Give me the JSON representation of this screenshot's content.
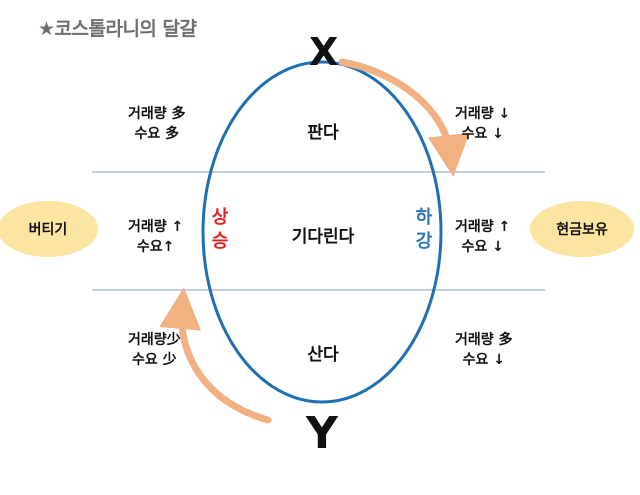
{
  "title": "★코스톨라니의 달걀",
  "top_label": "X",
  "bottom_label": "Y",
  "egg": {
    "top": "판다",
    "middle": "기다린다",
    "bottom": "산다",
    "left_word": [
      "상",
      "승"
    ],
    "right_word": [
      "하",
      "강"
    ]
  },
  "left_pill": "버티기",
  "right_pill": "현금보유",
  "conditions": {
    "top_left": [
      "거래량 多",
      "수요 多"
    ],
    "top_right": [
      "거래량 ↓",
      "수요 ↓"
    ],
    "middle_left": [
      "거래량 ↑",
      "수요↑"
    ],
    "middle_right": [
      "거래량 ↑",
      "수요 ↓"
    ],
    "bottom_left": [
      "거래량少",
      "수요 少"
    ],
    "bottom_right": [
      "거래량 多",
      "수요 ↓"
    ]
  },
  "colors": {
    "ellipse": "#1f6fb5",
    "divider": "#9db4d0",
    "arrow": "#f2b183",
    "pill": "#fbe5a0",
    "rise": "#e32222",
    "fall": "#2e77b8",
    "title": "#6e6e6e"
  }
}
